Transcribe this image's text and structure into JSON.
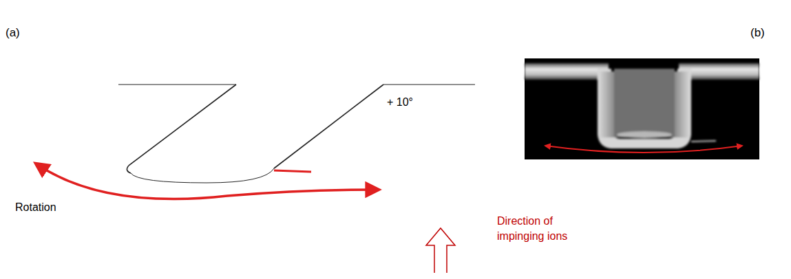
{
  "diagram": {
    "labels": [
      "(a)",
      "(b)",
      "+ 10°",
      "Rotation",
      "Direction of impinging ions"
    ]
  }
}
